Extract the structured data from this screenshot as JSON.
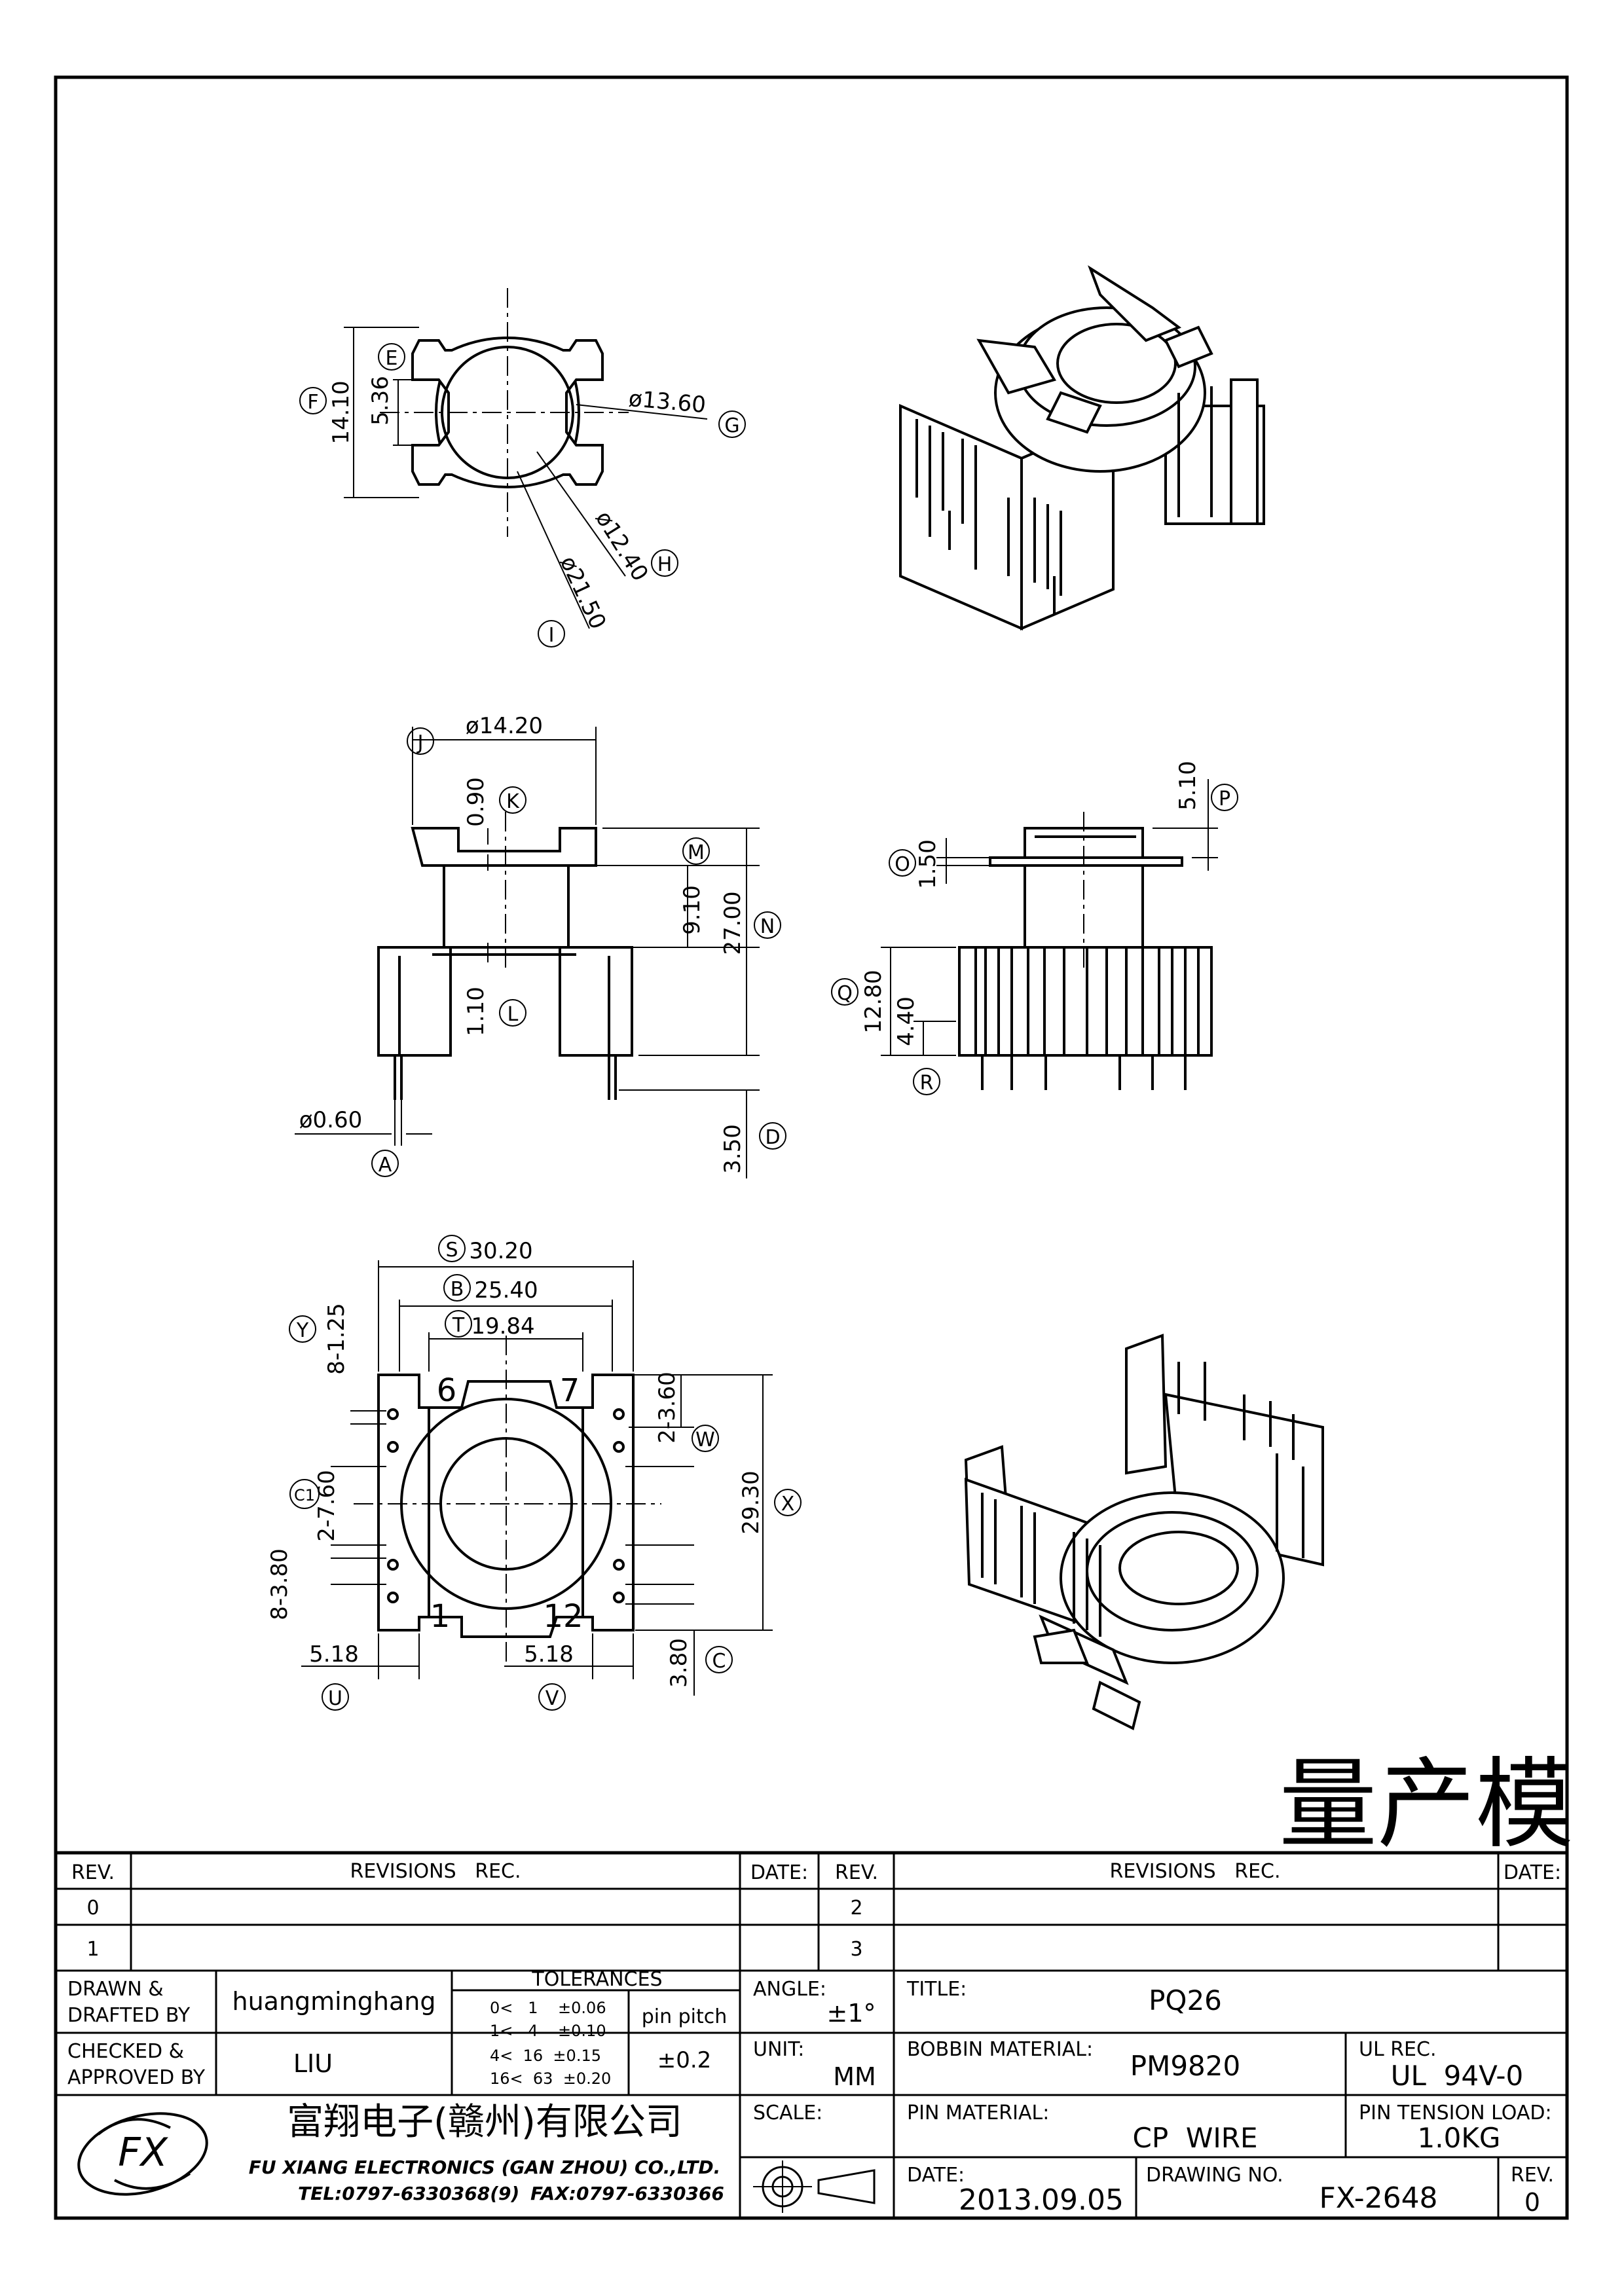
{
  "stamp": "量产模",
  "front_view": {
    "bubble_f": "F",
    "dim_f": "14.10",
    "bubble_e": "E",
    "dim_e": "5.36",
    "dim_g": "ø13.60",
    "bubble_g": "G",
    "dim_h": "ø12.40",
    "bubble_h": "H",
    "dim_i": "ø21.50",
    "bubble_i": "I"
  },
  "side_view": {
    "bubble_j": "J",
    "dim_j": "ø14.20",
    "dim_k": "0.90",
    "bubble_k": "K",
    "bubble_m": "M",
    "dim_m": "9.10",
    "dim_n": "27.00",
    "bubble_n": "N",
    "dim_l": "1.10",
    "bubble_l": "L",
    "dim_a": "ø0.60",
    "bubble_a": "A",
    "dim_d": "3.50",
    "bubble_d": "D"
  },
  "end_view": {
    "dim_p": "5.10",
    "bubble_p": "P",
    "bubble_o": "O",
    "dim_o": "1.50",
    "bubble_q": "Q",
    "dim_q": "12.80",
    "dim_r": "4.40",
    "bubble_r": "R"
  },
  "bottom_view": {
    "bubble_s": "S",
    "dim_s": "30.20",
    "bubble_b": "B",
    "dim_b": "25.40",
    "bubble_t": "T",
    "dim_t": "19.84",
    "bubble_y": "Y",
    "dim_y": "8-1.25",
    "pin_6": "6",
    "pin_7": "7",
    "pin_1": "1",
    "pin_12": "12",
    "dim_w": "2-3.60",
    "bubble_w": "W",
    "bubble_c1": "C1",
    "dim_c1": "2-7.60",
    "dim_x": "29.30",
    "bubble_x": "X",
    "dim_z": "8-3.80",
    "dim_u": "5.18",
    "bubble_u": "U",
    "dim_v": "5.18",
    "bubble_v": "V",
    "dim_c": "3.80",
    "bubble_c": "C"
  },
  "title_block": {
    "rev_header": "REV.",
    "revisions_header": "REVISIONS   REC.",
    "date_header": "DATE:",
    "rev_header2": "REV.",
    "revisions_header2": "REVISIONS   REC.",
    "date_header2": "DATE:",
    "rev_0": "0",
    "rev_1": "1",
    "rev_2": "2",
    "rev_3": "3",
    "drawn_label_1": "DRAWN &",
    "drawn_label_2": "DRAFTED BY",
    "drawn_value": "huangminghang",
    "checked_label_1": "CHECKED &",
    "checked_label_2": "APPROVED BY",
    "checked_value": "LIU",
    "tolerances_label": "TOLERANCES",
    "tol_rows": [
      "0<   1    ±0.06",
      "1<   4    ±0.10",
      "4<  16  ±0.15",
      "16<  63  ±0.20"
    ],
    "pin_pitch_label": "pin pitch",
    "pin_pitch_value": "±0.2",
    "angle_label": "ANGLE:",
    "angle_value": "±1°",
    "unit_label": "UNIT:",
    "unit_value": "MM",
    "scale_label": "SCALE:",
    "title_label": "TITLE:",
    "title_value": "PQ26",
    "bobbin_label": "BOBBIN MATERIAL:",
    "bobbin_value": "PM9820",
    "ul_label": "UL REC.",
    "ul_value": "UL  94V-0",
    "pin_material_label": "PIN MATERIAL:",
    "pin_material_value": "CP  WIRE",
    "pin_tension_label": "PIN TENSION LOAD:",
    "pin_tension_value": "1.0KG",
    "date_label": "DATE:",
    "date_value": "2013.09.05",
    "drawing_no_label": "DRAWING NO.",
    "drawing_no_value": "FX-2648",
    "rev_label": "REV.",
    "rev_value": "0",
    "company_cn": "富翔电子(赣州)有限公司",
    "company_en": "FU XIANG ELECTRONICS (GAN ZHOU) CO.,LTD.",
    "tel": "TEL:0797-6330368(9)",
    "fax": "FAX:0797-6330366",
    "logo_text": "FX"
  }
}
